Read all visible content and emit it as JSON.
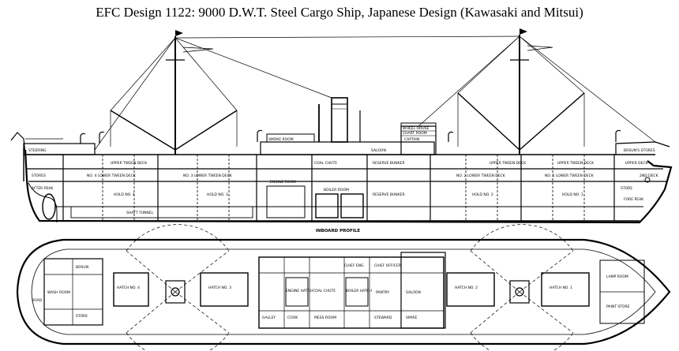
{
  "title": "EFC Design 1122:  9000 D.W.T. Steel Cargo Ship, Japanese Design (Kawasaki and Mitsui)",
  "profile": {
    "caption": "INBOARD PROFILE",
    "labels": {
      "upper_tween_fwd": "UPPER TWEEN DECK",
      "upper_tween_mid": "UPPER TWEEN DECK",
      "upper_tween_aft": "UPPER TWEEN DECK",
      "lower_tween_4": "NO. 4 LOWER TWEEN DECK",
      "lower_tween_3": "NO. 3 LOWER TWEEN DECK",
      "lower_tween_2": "NO. 2 LOWER TWEEN DECK",
      "lower_tween_1": "NO. 1 LOWER TWEEN DECK",
      "hold_4": "HOLD NO. 4",
      "hold_3": "HOLD NO. 3",
      "hold_2": "HOLD NO. 2",
      "hold_1": "HOLD NO. 1",
      "shaft_tunnel": "SHAFT TUNNEL",
      "engine_room": "ENGINE ROOM",
      "boiler_room": "BOILER ROOM",
      "reserve_bunker_upper": "RESERVE BUNKER",
      "reserve_bunker_lower": "RESERVE BUNKER",
      "coal_chute": "COAL CHUTE",
      "stores": "STORES",
      "bosun_stores": "BOSUN'S STORES",
      "upper_deck": "UPPER DECK",
      "second_deck": "2ND DECK",
      "steering": "STEERING",
      "saloon": "SALOON",
      "wheelhouse": "WHEEL HOUSE",
      "chart_room": "CHART ROOM",
      "captain": "CAPTAIN",
      "smoke_room": "SMOKE ROOM",
      "store_fwd": "STORE",
      "after_peak": "AFTER PEAK",
      "fore_peak": "FORE PEAK"
    }
  },
  "plan": {
    "labels": {
      "hatch_4": "HATCH NO. 4",
      "hatch_3": "HATCH NO. 3",
      "hatch_2": "HATCH NO. 2",
      "hatch_1": "HATCH NO. 1",
      "engine_hatch": "ENGINE HATCH",
      "boiler_hatch": "BOILER HATCH",
      "saloon": "SALOON",
      "galley": "GALLEY",
      "mess_room": "MESS ROOM",
      "coal_chute": "COAL CHUTE",
      "bosun": "BOSUN",
      "store": "STORE",
      "chief_officer": "CHIEF OFFICER",
      "chief_eng": "CHIEF ENG.",
      "pantry": "PANTRY",
      "spare": "SPARE",
      "steward": "STEWARD",
      "cook": "COOK",
      "lamp_room": "LAMP ROOM",
      "paint_store": "PAINT STORE",
      "wash_room": "WASH ROOM",
      "road": "ROAD"
    }
  }
}
